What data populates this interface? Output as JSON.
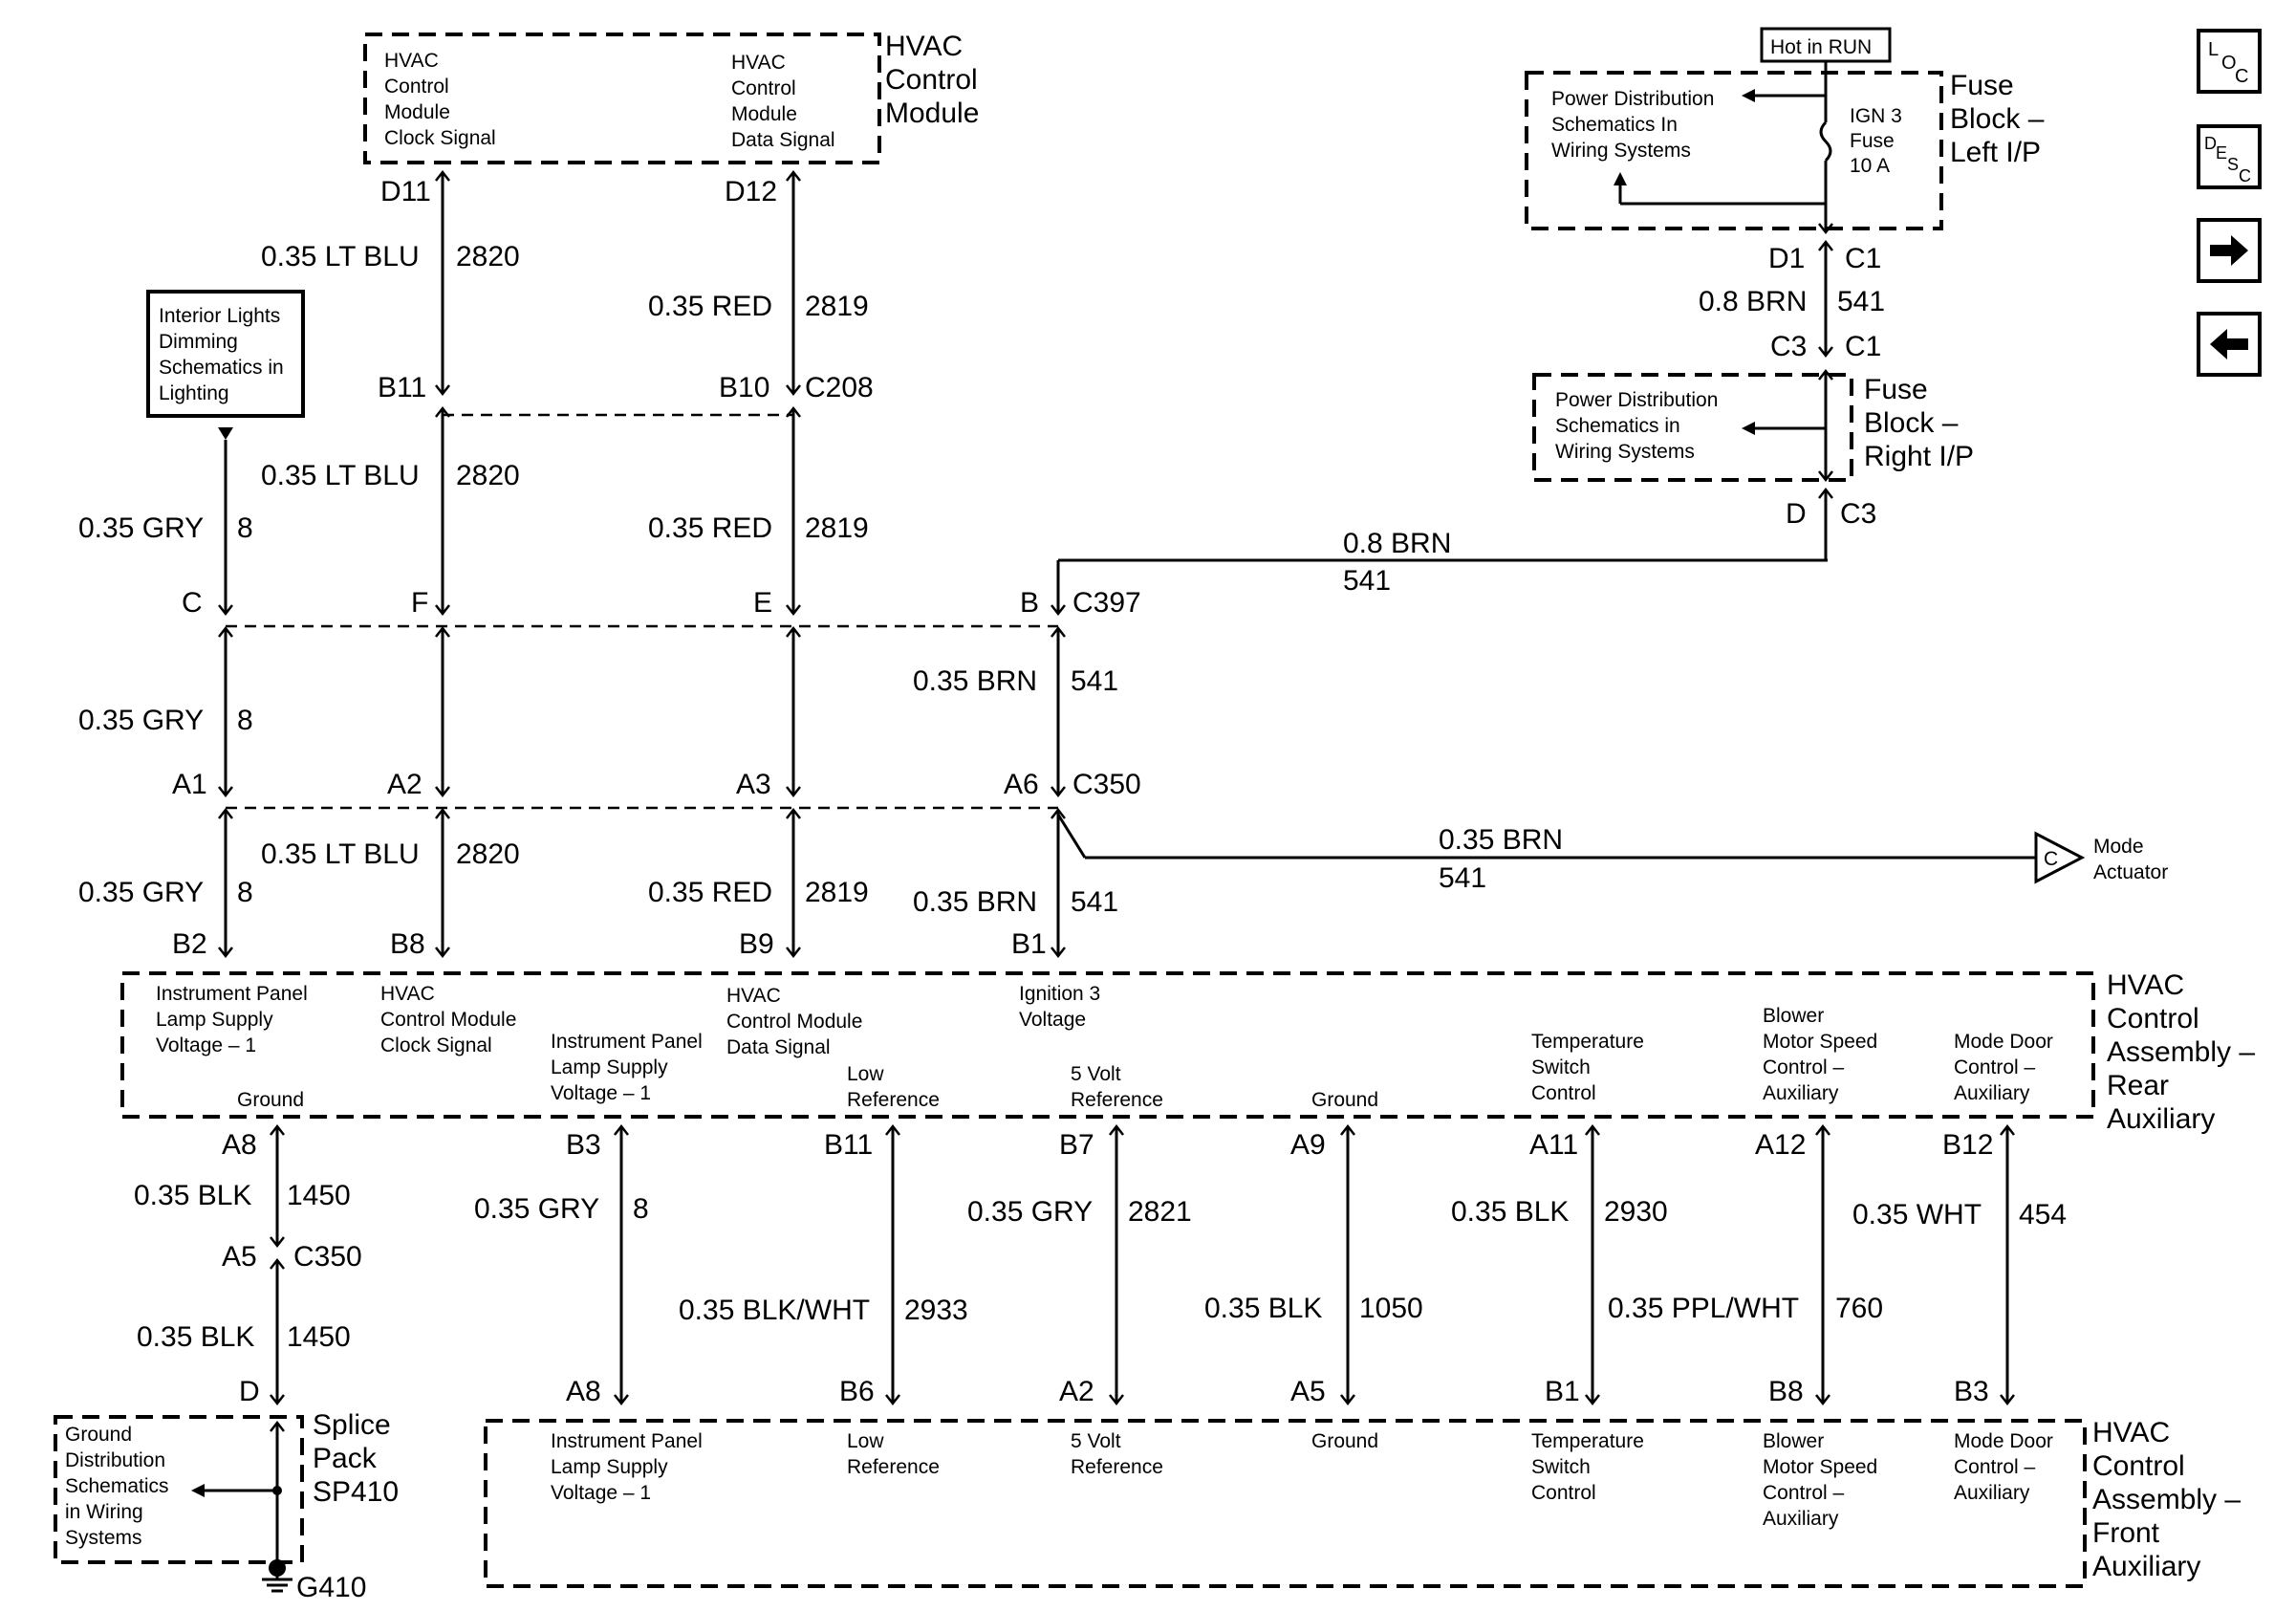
{
  "modules": {
    "hvac_control_module": {
      "title": [
        "HVAC",
        "Control",
        "Module"
      ],
      "clock": [
        "HVAC",
        "Control",
        "Module",
        "Clock Signal"
      ],
      "data": [
        "HVAC",
        "Control",
        "Module",
        "Data Signal"
      ]
    },
    "fuse_left": {
      "title": [
        "Fuse",
        "Block –",
        "Left I/P"
      ],
      "hot": "Hot in RUN",
      "pd": [
        "Power Distribution",
        "Schematics In",
        "Wiring Systems"
      ],
      "fuse": [
        "IGN 3",
        "Fuse",
        "10 A"
      ]
    },
    "fuse_right": {
      "title": [
        "Fuse",
        "Block –",
        "Right I/P"
      ],
      "pd": [
        "Power Distribution",
        "Schematics in",
        "Wiring Systems"
      ]
    },
    "interior_ref": [
      "Interior Lights",
      "Dimming",
      "Schematics in",
      "Lighting"
    ],
    "rear_title": [
      "HVAC",
      "Control",
      "Assembly –",
      "Rear",
      "Auxiliary"
    ],
    "front_title": [
      "HVAC",
      "Control",
      "Assembly –",
      "Front",
      "Auxiliary"
    ],
    "splice": [
      "Splice",
      "Pack",
      "SP410"
    ],
    "ground_ref": [
      "Ground",
      "Distribution",
      "Schematics",
      "in Wiring",
      "Systems"
    ],
    "g410": "G410",
    "mode_actuator": [
      "Mode",
      "Actuator"
    ],
    "mode_c": "C"
  },
  "connectors": {
    "c208": "C208",
    "c397": "C397",
    "c350": "C350",
    "c350b": "C350",
    "c1": "C1",
    "c1b": "C1",
    "c3": "C3",
    "c3b": "C3"
  },
  "pins": {
    "d11": "D11",
    "d12": "D12",
    "b11": "B11",
    "b10": "B10",
    "c": "C",
    "f": "F",
    "e": "E",
    "b": "B",
    "a1": "A1",
    "a2": "A2",
    "a3": "A3",
    "a6": "A6",
    "b2": "B2",
    "b8": "B8",
    "b9": "B9",
    "b1": "B1",
    "fd1": "D1",
    "fd": "D",
    "ra8": "A8",
    "rb3": "B3",
    "rb11": "B11",
    "rb7": "B7",
    "ra9": "A9",
    "ra11": "A11",
    "ra12": "A12",
    "rb12": "B12",
    "sa5": "A5",
    "sd": "D",
    "fa8": "A8",
    "fb6": "B6",
    "fa2": "A2",
    "fa5": "A5",
    "fb1": "B1",
    "fb8": "B8",
    "fb3": "B3"
  },
  "wires": {
    "lt_blu": "0.35 LT BLU",
    "n2820": "2820",
    "red": "0.35 RED",
    "n2819": "2819",
    "gry": "0.35 GRY",
    "n8": "8",
    "brn": "0.35 BRN",
    "n541": "541",
    "brn08": "0.8 BRN",
    "blk": "0.35 BLK",
    "n1450": "1450",
    "gry2821": "2821",
    "blkwht": "0.35 BLK/WHT",
    "n2933": "2933",
    "n1050": "1050",
    "n2930": "2930",
    "pplwht": "0.35 PPL/WHT",
    "n760": "760",
    "wht": "0.35 WHT",
    "n454": "454"
  },
  "rear_pins": {
    "ip_supply": [
      "Instrument Panel",
      "Lamp Supply",
      "Voltage – 1"
    ],
    "clock": [
      "HVAC",
      "Control Module",
      "Clock Signal"
    ],
    "ip_supply2": [
      "Instrument Panel",
      "Lamp Supply",
      "Voltage – 1"
    ],
    "data": [
      "HVAC",
      "Control Module",
      "Data Signal"
    ],
    "low_ref": [
      "Low",
      "Reference"
    ],
    "ign3": [
      "Ignition 3",
      "Voltage"
    ],
    "five_v": [
      "5 Volt",
      "Reference"
    ],
    "ground1": "Ground",
    "ground2": "Ground",
    "temp": [
      "Temperature",
      "Switch",
      "Control"
    ],
    "blower": [
      "Blower",
      "Motor Speed",
      "Control –",
      "Auxiliary"
    ],
    "mode": [
      "Mode Door",
      "Control –",
      "Auxiliary"
    ]
  },
  "front_pins": {
    "ip_supply": [
      "Instrument Panel",
      "Lamp Supply",
      "Voltage – 1"
    ],
    "low_ref": [
      "Low",
      "Reference"
    ],
    "five_v": [
      "5 Volt",
      "Reference"
    ],
    "ground": "Ground",
    "temp": [
      "Temperature",
      "Switch",
      "Control"
    ],
    "blower": [
      "Blower",
      "Motor Speed",
      "Control –",
      "Auxiliary"
    ],
    "mode": [
      "Mode Door",
      "Control –",
      "Auxiliary"
    ]
  },
  "nav": {
    "loc": [
      "L",
      "O",
      "C"
    ],
    "desc": [
      "D",
      "E",
      "S",
      "C"
    ],
    "next": "next-arrow-icon",
    "prev": "prev-arrow-icon"
  }
}
